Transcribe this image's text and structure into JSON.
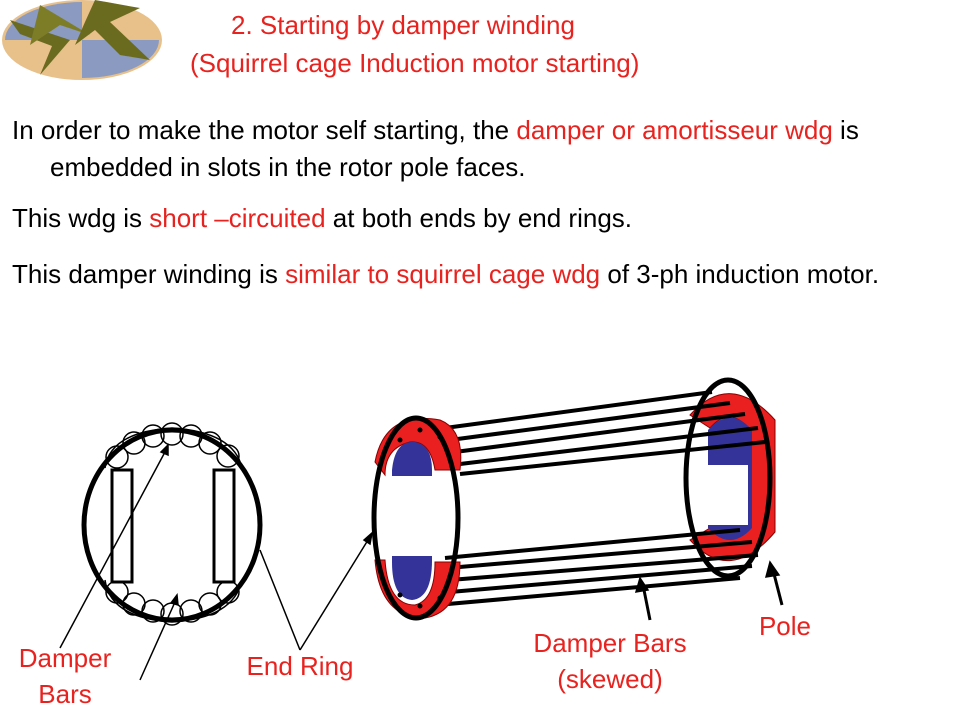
{
  "title": {
    "line1": "2. Starting by damper winding",
    "line2": "(Squirrel cage Induction motor starting)"
  },
  "paragraphs": [
    {
      "p1": "In order to make the motor self starting, the ",
      "h1": "damper or amortisseur wdg",
      "p2": " is embedded in slots in the rotor pole faces."
    },
    {
      "p1": "This wdg is ",
      "h1": "short –circuited",
      "p2": " at both ends by end rings."
    },
    {
      "p1": "This damper winding is ",
      "h1": "similar to squirrel cage wdg",
      "p2": " of 3-ph induction motor."
    }
  ],
  "labels": {
    "damper_bars_line1": "Damper",
    "damper_bars_line2": "Bars",
    "end_ring": "End Ring",
    "damper_bars_skewed_line1": "Damper Bars",
    "damper_bars_skewed_line2": "(skewed)",
    "pole": "Pole"
  },
  "colors": {
    "accent_red": "#e8231f",
    "pole_blue": "#333399",
    "logo_olive": "#6b6b1f",
    "logo_tan": "#e8c08a",
    "logo_blue": "#7a93c9"
  },
  "icons": [
    "aircraft-logo-icon"
  ]
}
